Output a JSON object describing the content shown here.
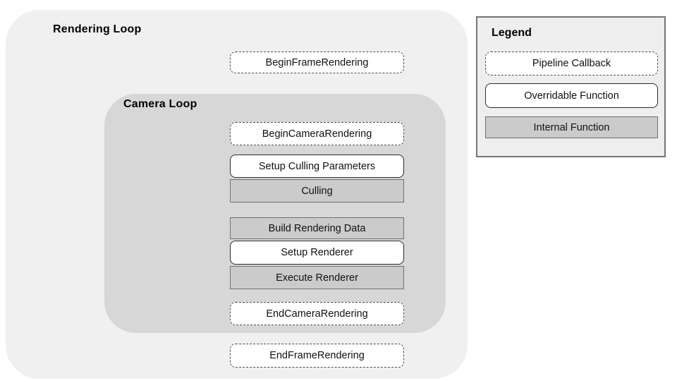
{
  "diagram": {
    "rendering_loop": {
      "label": "Rendering Loop"
    },
    "camera_loop": {
      "label": "Camera Loop"
    },
    "boxes": [
      {
        "label": "BeginFrameRendering",
        "type": "pipeline-callback",
        "scope": "rendering-loop"
      },
      {
        "label": "BeginCameraRendering",
        "type": "pipeline-callback",
        "scope": "camera-loop"
      },
      {
        "label": "Setup Culling Parameters",
        "type": "overridable-function",
        "scope": "camera-loop"
      },
      {
        "label": "Culling",
        "type": "internal-function",
        "scope": "camera-loop"
      },
      {
        "label": "Build Rendering Data",
        "type": "internal-function",
        "scope": "camera-loop"
      },
      {
        "label": "Setup Renderer",
        "type": "overridable-function",
        "scope": "camera-loop"
      },
      {
        "label": "Execute Renderer",
        "type": "internal-function",
        "scope": "camera-loop"
      },
      {
        "label": "EndCameraRendering",
        "type": "pipeline-callback",
        "scope": "camera-loop"
      },
      {
        "label": "EndFrameRendering",
        "type": "pipeline-callback",
        "scope": "rendering-loop"
      }
    ]
  },
  "legend": {
    "title": "Legend",
    "items": [
      {
        "label": "Pipeline Callback",
        "type": "pipeline-callback"
      },
      {
        "label": "Overridable Function",
        "type": "overridable-function"
      },
      {
        "label": "Internal Function",
        "type": "internal-function"
      }
    ]
  },
  "colors": {
    "page_background": "#ffffff",
    "rendering_loop_fill": "#f0f0f0",
    "camera_loop_fill": "#d7d7d7",
    "internal_function_fill": "#cbcbcb",
    "internal_function_border": "#6f6f6f",
    "callback_border": "#4a4a4a",
    "overridable_border": "#2b2b2b",
    "legend_fill": "#eeeeee",
    "legend_border": "#757575",
    "text": "#111111"
  }
}
